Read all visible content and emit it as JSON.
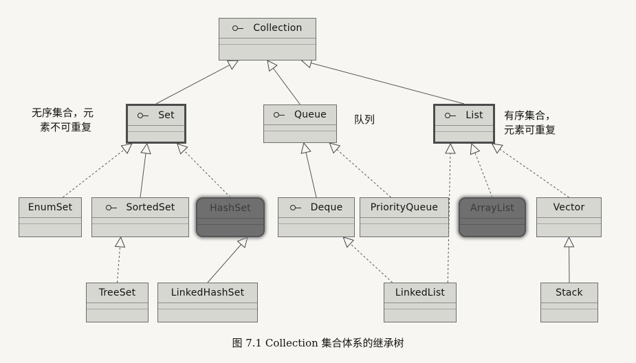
{
  "nodes": [
    {
      "id": "collection",
      "label": "Collection",
      "interface": true,
      "style": "normal"
    },
    {
      "id": "set",
      "label": "Set",
      "interface": true,
      "style": "bold"
    },
    {
      "id": "queue",
      "label": "Queue",
      "interface": true,
      "style": "normal"
    },
    {
      "id": "list",
      "label": "List",
      "interface": true,
      "style": "bold"
    },
    {
      "id": "enumset",
      "label": "EnumSet",
      "interface": false,
      "style": "normal"
    },
    {
      "id": "sortedset",
      "label": "SortedSet",
      "interface": true,
      "style": "normal"
    },
    {
      "id": "hashset",
      "label": "HashSet",
      "interface": false,
      "style": "shadow"
    },
    {
      "id": "deque",
      "label": "Deque",
      "interface": true,
      "style": "normal"
    },
    {
      "id": "priorityqueue",
      "label": "PriorityQueue",
      "interface": false,
      "style": "normal"
    },
    {
      "id": "arraylist",
      "label": "ArrayList",
      "interface": false,
      "style": "shadow"
    },
    {
      "id": "vector",
      "label": "Vector",
      "interface": false,
      "style": "normal"
    },
    {
      "id": "treeset",
      "label": "TreeSet",
      "interface": false,
      "style": "normal"
    },
    {
      "id": "linkedhashset",
      "label": "LinkedHashSet",
      "interface": false,
      "style": "normal"
    },
    {
      "id": "linkedlist",
      "label": "LinkedList",
      "interface": false,
      "style": "normal"
    },
    {
      "id": "stack",
      "label": "Stack",
      "interface": false,
      "style": "normal"
    }
  ],
  "edges": [
    {
      "from": "set",
      "to": "collection",
      "kind": "extends"
    },
    {
      "from": "queue",
      "to": "collection",
      "kind": "extends"
    },
    {
      "from": "list",
      "to": "collection",
      "kind": "extends"
    },
    {
      "from": "enumset",
      "to": "set",
      "kind": "implements"
    },
    {
      "from": "sortedset",
      "to": "set",
      "kind": "extends"
    },
    {
      "from": "hashset",
      "to": "set",
      "kind": "implements"
    },
    {
      "from": "deque",
      "to": "queue",
      "kind": "extends"
    },
    {
      "from": "priorityqueue",
      "to": "queue",
      "kind": "implements"
    },
    {
      "from": "linkedlist",
      "to": "list",
      "kind": "implements"
    },
    {
      "from": "arraylist",
      "to": "list",
      "kind": "implements"
    },
    {
      "from": "vector",
      "to": "list",
      "kind": "implements"
    },
    {
      "from": "treeset",
      "to": "sortedset",
      "kind": "implements"
    },
    {
      "from": "linkedhashset",
      "to": "hashset",
      "kind": "extends"
    },
    {
      "from": "linkedlist",
      "to": "deque",
      "kind": "implements"
    },
    {
      "from": "stack",
      "to": "vector",
      "kind": "extends"
    }
  ],
  "notes": {
    "set_line1": "无序集合，元",
    "set_line2": "素不可重复",
    "queue": "队列",
    "list_line1": "有序集合，",
    "list_line2": "元素可重复"
  },
  "caption": "图 7.1 Collection 集合体系的继承树"
}
